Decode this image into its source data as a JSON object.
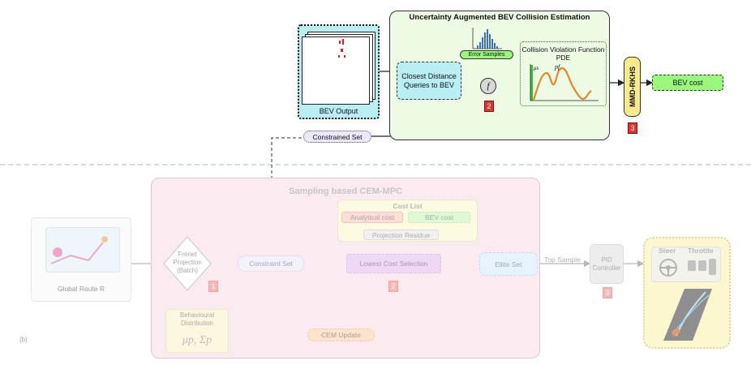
{
  "top": {
    "uncertainty_title": "Uncertainty Augmented BEV Collision Estimation",
    "bev_output_label": "BEV Output",
    "closest_distance_label": "Closest Distance Queries to BEV",
    "error_samples_label": "Error Samples",
    "f_symbol": "f",
    "badge_2": "2",
    "pdf_title": "Collision Violation Function PDE",
    "pdf_mu": "μs",
    "pdf_pf": "pf",
    "mmd_label": "MMD-RKHS",
    "badge_3": "3",
    "bev_cost_label": "BEV cost",
    "constrained_set_label": "Constrained Set"
  },
  "bottom": {
    "panel_title": "Sampling based CEM-MPC",
    "cost_list_title": "Cost List",
    "analytical_cost": "Analytical cost",
    "bev_cost": "BEV cost",
    "projection_residue": "Projection Residue",
    "global_route": "Global Route R",
    "frenet_projection": "Frenet Projection (Batch)",
    "badge_1": "1",
    "constraint_set": "Constraint Set",
    "lowest_cost": "Lowest Cost Selection",
    "badge_2": "2",
    "ellite_set": "Ellite Set",
    "top_sample": "Top Sample",
    "pid_controller": "PID Controller",
    "badge_3": "3",
    "steer": "Steer",
    "throttle": "Throttle",
    "behavioural_distribution": "Behavioural Distribution",
    "behavioural_math": "μp, Σp",
    "cem_update": "CEM Update",
    "panel_tag": "(b)"
  },
  "colors": {
    "green_panel": "#eefbe4",
    "cyan_box": "#b9eef5",
    "bev_cost_green": "#9af87a",
    "pdf_curve": "#e5872a",
    "pink_panel": "#fbeaf0",
    "faded_text": "#9a9a9a"
  }
}
